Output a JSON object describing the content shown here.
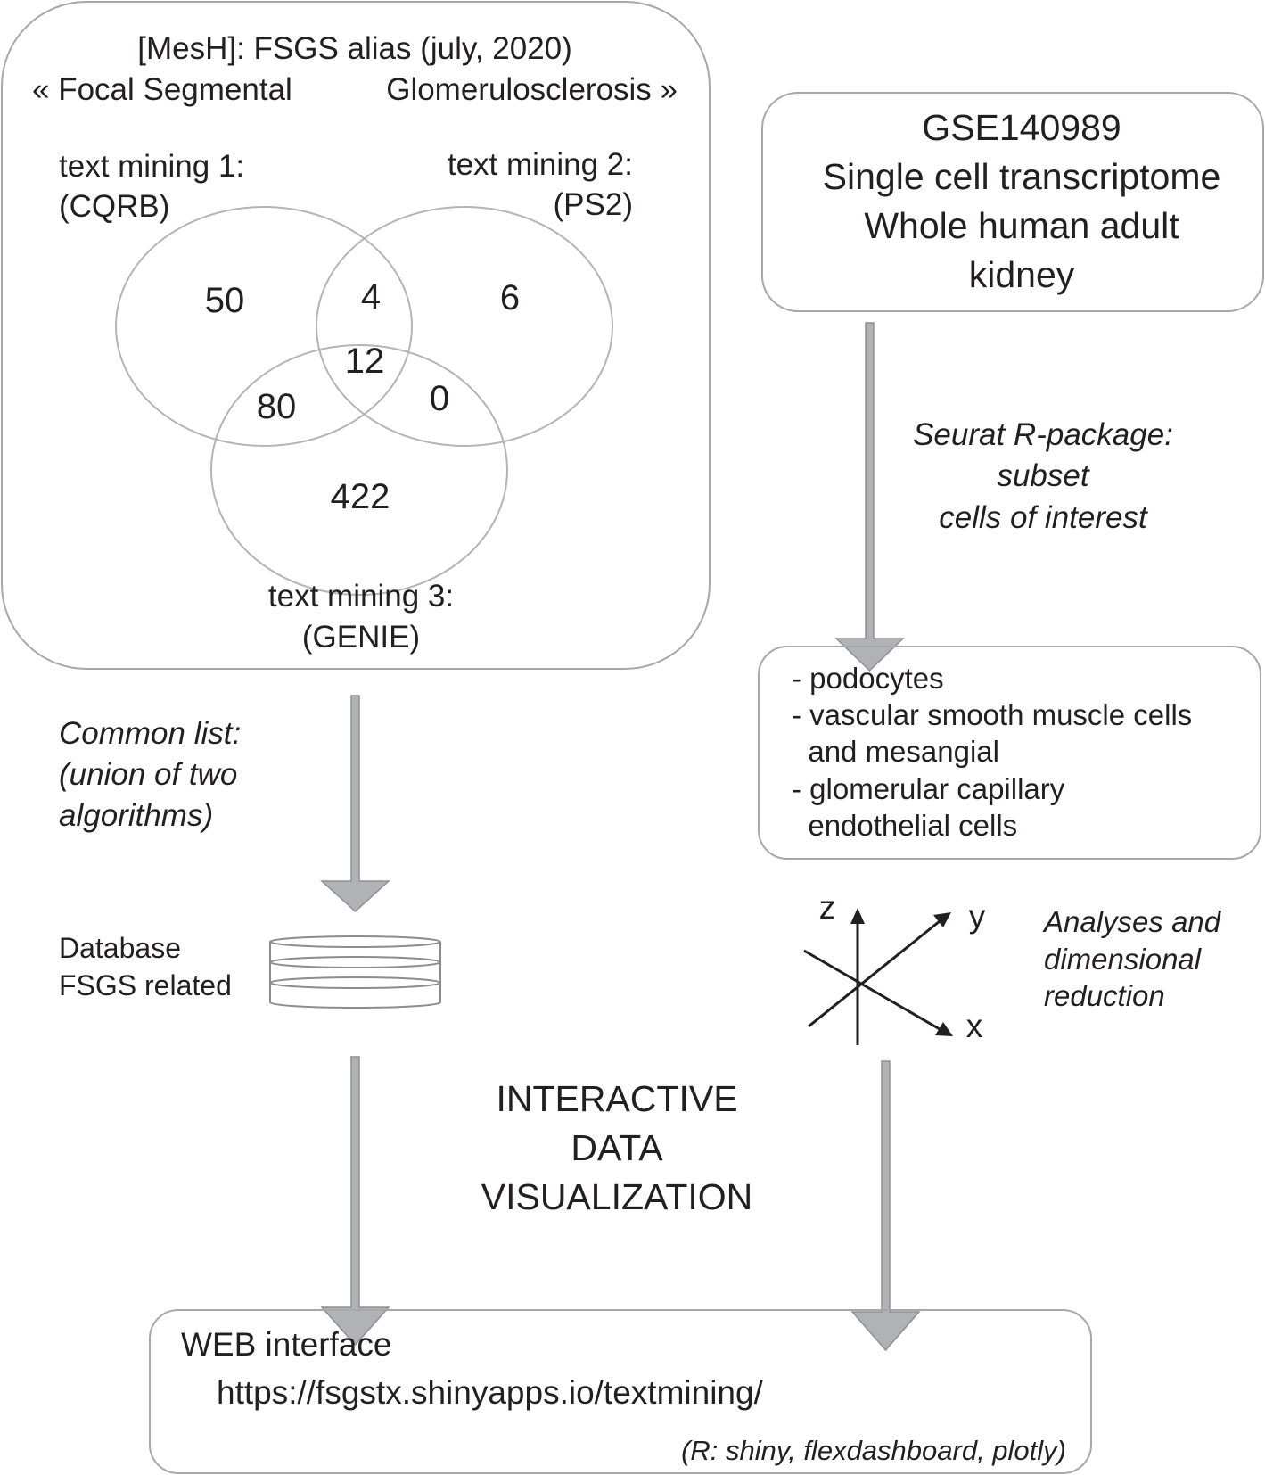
{
  "left_panel": {
    "header_line1": "[MesH]: FSGS alias (july, 2020)",
    "header_line2_left": "« Focal Segmental",
    "header_line2_right": "Glomerulosclerosis »",
    "sets": [
      {
        "label": "text mining 1:",
        "sublabel": "(CQRB)"
      },
      {
        "label": "text mining 2:",
        "sublabel": "(PS2)"
      },
      {
        "label": "text mining 3:",
        "sublabel": "(GENIE)"
      }
    ],
    "venn_counts": {
      "only_1": "50",
      "only_2": "6",
      "only_3": "422",
      "1_and_2": "4",
      "1_and_3": "80",
      "2_and_3": "0",
      "all_three": "12"
    },
    "arrow_caption": [
      "Common list:",
      "(union of two",
      "algorithms)"
    ],
    "database_label": [
      "Database",
      "FSGS related"
    ]
  },
  "right_panel": {
    "dataset_box": [
      "GSE140989",
      "Single cell transcriptome",
      "Whole human adult",
      "kidney"
    ],
    "arrow_caption": [
      "Seurat R-package:",
      "subset",
      "cells of interest"
    ],
    "cells_list": [
      "- podocytes",
      "- vascular smooth muscle cells",
      "  and mesangial",
      "- glomerular capillary",
      "  endothelial cells"
    ],
    "axes_labels": {
      "z": "z",
      "y": "y",
      "x": "x"
    },
    "analysis_caption": [
      "Analyses and",
      "dimensional",
      "reduction"
    ]
  },
  "center": {
    "title_lines": [
      "INTERACTIVE",
      "DATA",
      "VISUALIZATION"
    ]
  },
  "web_box": {
    "title": "WEB interface",
    "url": "https://fsgstx.shinyapps.io/textmining/",
    "tech": "(R: shiny, flexdashboard, plotly)"
  }
}
